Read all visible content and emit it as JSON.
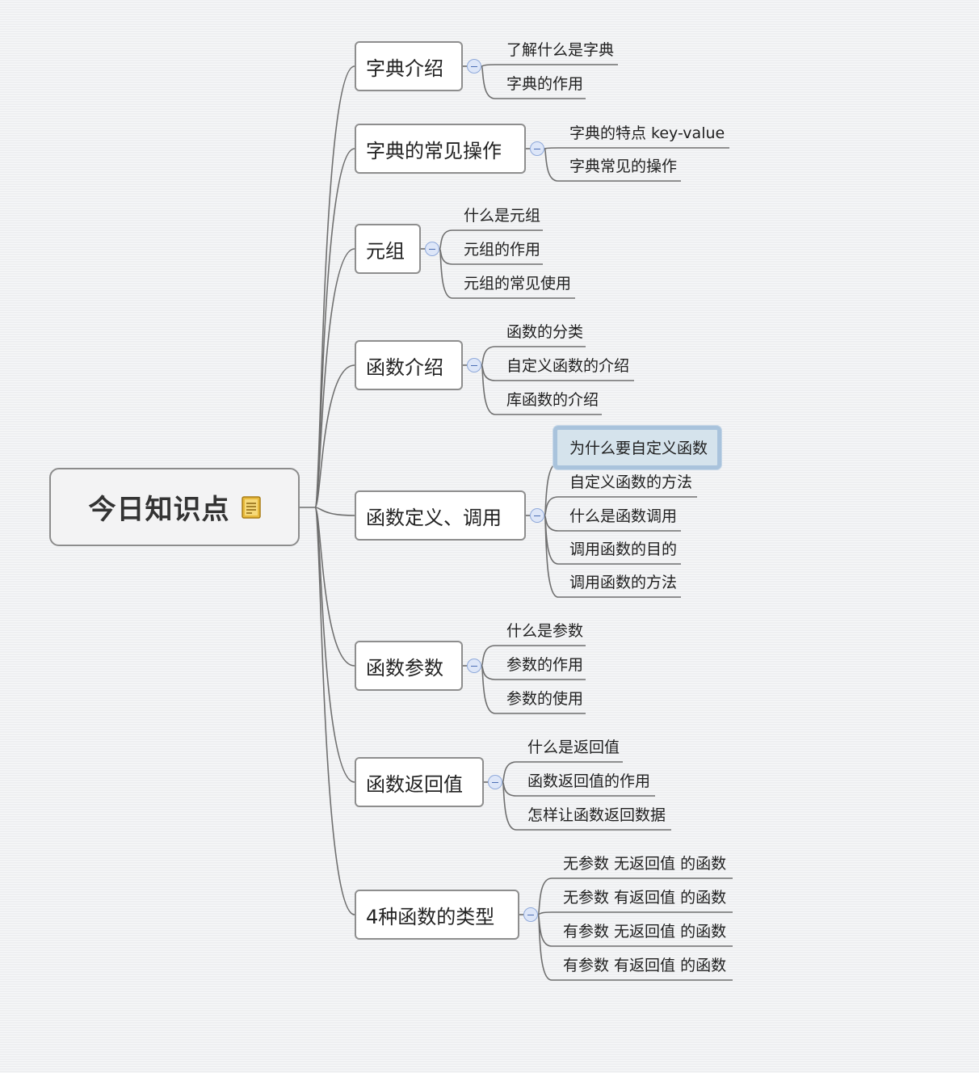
{
  "root": {
    "label": "今日知识点",
    "icon": "note-icon"
  },
  "branches": [
    {
      "label": "字典介绍",
      "children": [
        "了解什么是字典",
        "字典的作用"
      ]
    },
    {
      "label": "字典的常见操作",
      "children": [
        "字典的特点 key-value",
        "字典常见的操作"
      ]
    },
    {
      "label": "元组",
      "children": [
        "什么是元组",
        "元组的作用",
        "元组的常见使用"
      ]
    },
    {
      "label": "函数介绍",
      "children": [
        "函数的分类",
        "自定义函数的介绍",
        "库函数的介绍"
      ]
    },
    {
      "label": "函数定义、调用",
      "children": [
        "为什么要自定义函数",
        "自定义函数的方法",
        "什么是函数调用",
        "调用函数的目的",
        "调用函数的方法"
      ],
      "selected_child": 0
    },
    {
      "label": "函数参数",
      "children": [
        "什么是参数",
        "参数的作用",
        "参数的使用"
      ]
    },
    {
      "label": "函数返回值",
      "children": [
        "什么是返回值",
        "函数返回值的作用",
        "怎样让函数返回数据"
      ]
    },
    {
      "label": "4种函数的类型",
      "children": [
        "无参数 无返回值 的函数",
        "无参数 有返回值 的函数",
        "有参数 无返回值 的函数",
        "有参数 有返回值 的函数"
      ]
    }
  ],
  "colors": {
    "line": "#6f6f6f",
    "selected_fill": "#d5e3ec",
    "selected_border": "#a9c3dc",
    "collapse_button": "#dde6f8"
  }
}
